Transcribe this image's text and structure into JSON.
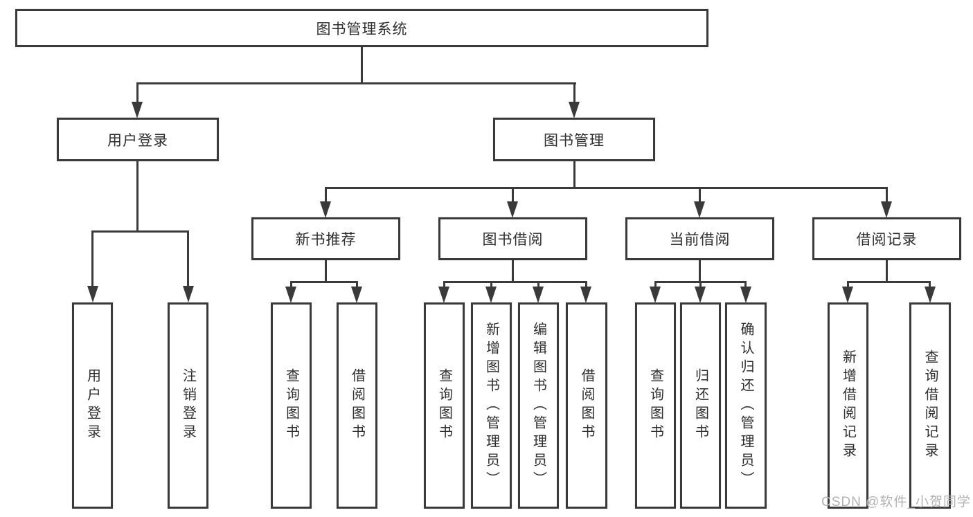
{
  "diagram": {
    "type": "tree",
    "root": {
      "label": "图书管理系统"
    },
    "level2": [
      {
        "label": "用户登录",
        "parent": "图书管理系统"
      },
      {
        "label": "图书管理",
        "parent": "图书管理系统"
      }
    ],
    "level3": [
      {
        "label": "新书推荐",
        "parent": "图书管理"
      },
      {
        "label": "图书借阅",
        "parent": "图书管理"
      },
      {
        "label": "当前借阅",
        "parent": "图书管理"
      },
      {
        "label": "借阅记录",
        "parent": "图书管理"
      }
    ],
    "leaves": [
      {
        "label": "用户登录",
        "parent": "用户登录"
      },
      {
        "label": "注销登录",
        "parent": "用户登录"
      },
      {
        "label": "查询图书",
        "parent": "新书推荐"
      },
      {
        "label": "借阅图书",
        "parent": "新书推荐"
      },
      {
        "label": "查询图书",
        "parent": "图书借阅"
      },
      {
        "label": "新增图书（管理员）",
        "parent": "图书借阅"
      },
      {
        "label": "编辑图书（管理员）",
        "parent": "图书借阅"
      },
      {
        "label": "借阅图书",
        "parent": "图书借阅"
      },
      {
        "label": "查询图书",
        "parent": "当前借阅"
      },
      {
        "label": "归还图书",
        "parent": "当前借阅"
      },
      {
        "label": "确认归还（管理员）",
        "parent": "当前借阅"
      },
      {
        "label": "新增借阅记录",
        "parent": "借阅记录"
      },
      {
        "label": "查询借阅记录",
        "parent": "借阅记录"
      }
    ]
  },
  "watermark": {
    "text": "CSDN @软件_小贺同学"
  },
  "colors": {
    "line": "#3a3a3a",
    "text": "#2e2e2e",
    "watermark": "#b2b2b2",
    "background": "#ffffff"
  }
}
